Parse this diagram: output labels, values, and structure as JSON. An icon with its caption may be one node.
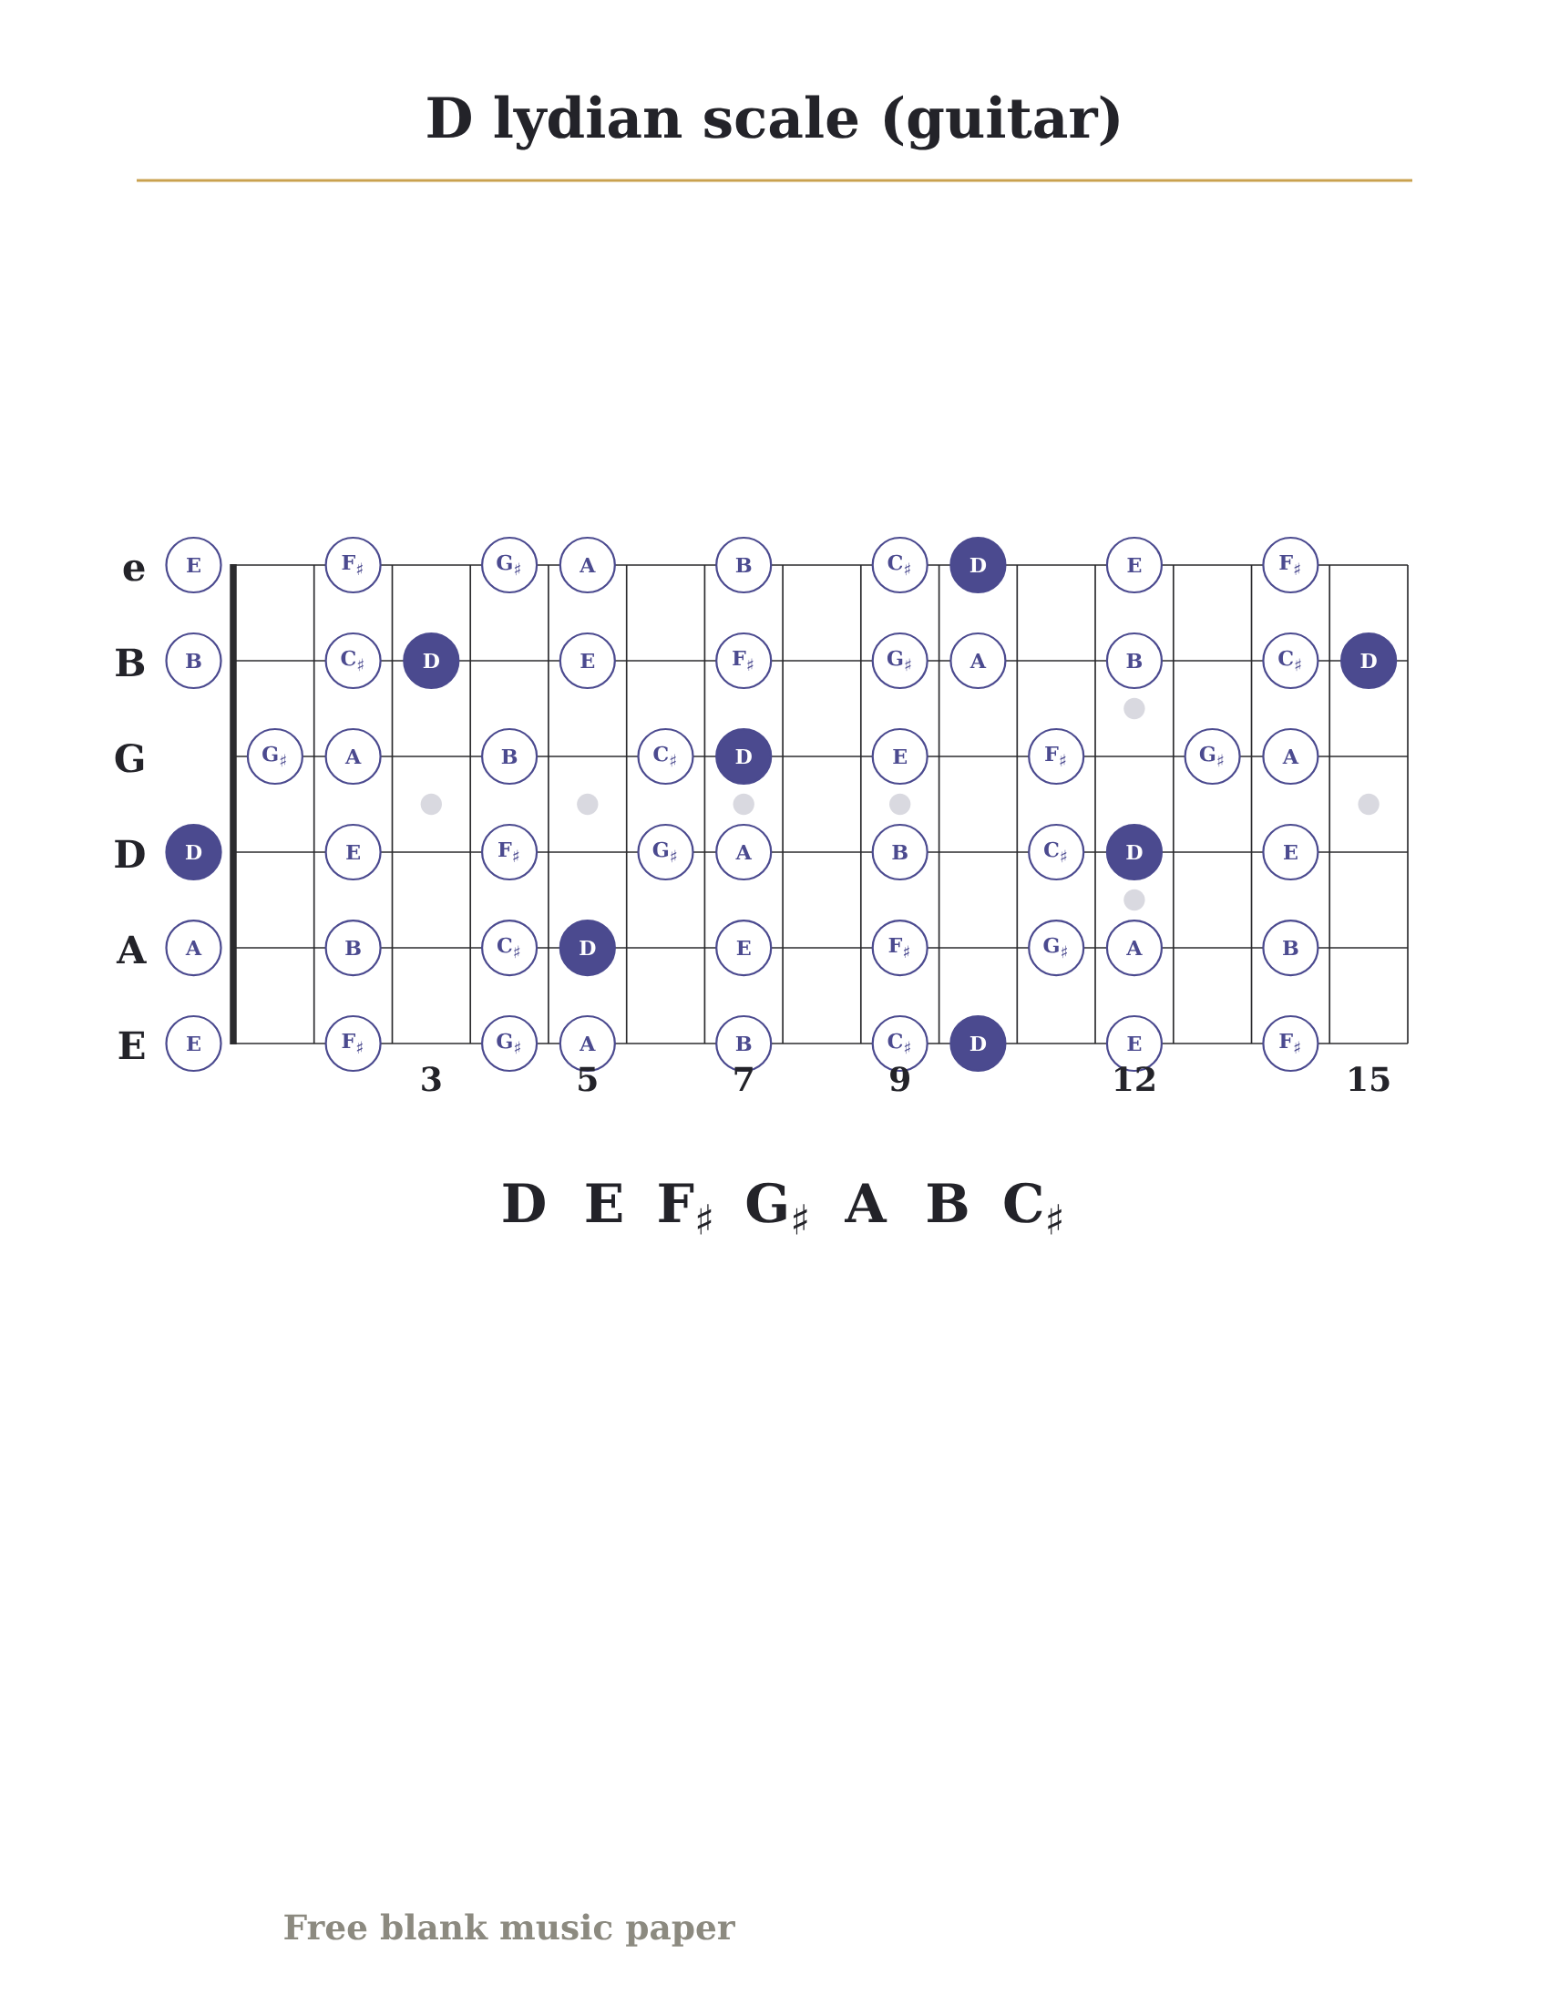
{
  "diagram": {
    "title": "D lydian scale (guitar)",
    "nodes": [
      {
        "text": [
          "E"
        ]
      },
      {
        "text": [
          "F$_{♯}$"
        ]
      },
      {
        "text": [
          "G$_{♯}$"
        ]
      },
      {
        "text": [
          "A"
        ]
      },
      {
        "text": [
          "B"
        ]
      },
      {
        "text": [
          "C$_{♯}$"
        ]
      },
      {
        "text": [
          "D"
        ]
      },
      {
        "text": [
          "E"
        ]
      },
      {
        "text": [
          "F$_{♯}$"
        ]
      },
      {
        "text": [
          "B"
        ]
      },
      {
        "text": [
          "C$_{♯}$"
        ]
      },
      {
        "text": [
          "D"
        ]
      },
      {
        "text": [
          "E"
        ]
      },
      {
        "text": [
          "F$_{♯}$"
        ]
      },
      {
        "text": [
          "G$_{♯}$"
        ]
      },
      {
        "text": [
          "A"
        ]
      },
      {
        "text": [
          "B"
        ]
      },
      {
        "text": [
          "C$_{♯}$"
        ]
      },
      {
        "text": [
          "D"
        ]
      },
      {
        "text": [
          "G$_{♯}$"
        ]
      },
      {
        "text": [
          "A"
        ]
      },
      {
        "text": [
          "B"
        ]
      },
      {
        "text": [
          "C$_{♯}$"
        ]
      },
      {
        "text": [
          "D"
        ]
      },
      {
        "text": [
          "E"
        ]
      },
      {
        "text": [
          "F$_{♯}$"
        ]
      },
      {
        "text": [
          "G$_{♯}$"
        ]
      },
      {
        "text": [
          "A"
        ]
      },
      {
        "text": [
          "D"
        ]
      },
      {
        "text": [
          "E"
        ]
      },
      {
        "text": [
          "F$_{♯}$"
        ]
      },
      {
        "text": [
          "G$_{♯}$"
        ]
      },
      {
        "text": [
          "A"
        ]
      },
      {
        "text": [
          "B"
        ]
      },
      {
        "text": [
          "C$_{♯}$"
        ]
      },
      {
        "text": [
          "D"
        ]
      },
      {
        "text": [
          "E"
        ]
      },
      {
        "text": [
          "A"
        ]
      },
      {
        "text": [
          "B"
        ]
      },
      {
        "text": [
          "C$_{♯}$"
        ]
      },
      {
        "text": [
          "D"
        ]
      },
      {
        "text": [
          "E"
        ]
      },
      {
        "text": [
          "F$_{♯}$"
        ]
      },
      {
        "text": [
          "G$_{♯}$"
        ]
      },
      {
        "text": [
          "A"
        ]
      },
      {
        "text": [
          "B"
        ]
      },
      {
        "text": [
          "E"
        ]
      },
      {
        "text": [
          "F$_{♯}$"
        ]
      },
      {
        "text": [
          "G$_{♯}$"
        ]
      },
      {
        "text": [
          "A"
        ]
      },
      {
        "text": [
          "B"
        ]
      },
      {
        "text": [
          "C$_{♯}$"
        ]
      },
      {
        "text": [
          "D"
        ]
      },
      {
        "text": [
          "E"
        ]
      },
      {
        "text": [
          "F$_{♯}$"
        ]
      }
    ],
    "labels": [
      "e",
      "B",
      "G",
      "D",
      "A",
      "E",
      "3",
      "5",
      "7",
      "9",
      "12",
      "15",
      "D",
      "E",
      "F$_{♯}$",
      "G$_{♯}$",
      "A",
      "B",
      "C$_{♯}$",
      "Free blank music paper"
    ]
  }
}
